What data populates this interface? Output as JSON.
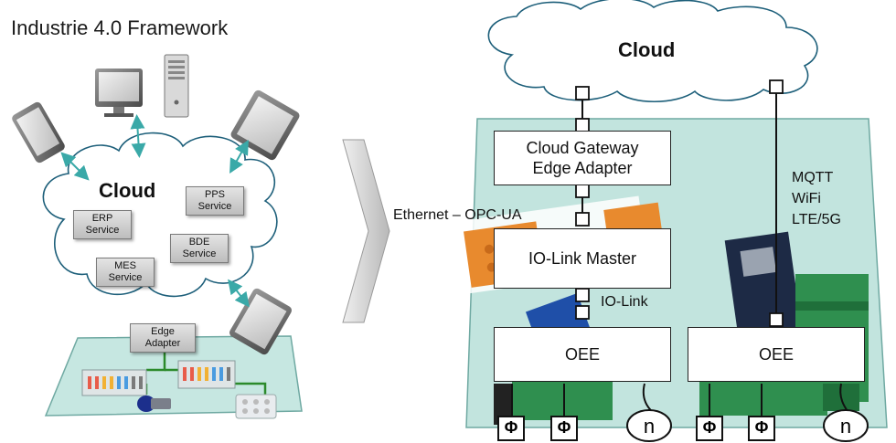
{
  "title": "Industrie 4.0 Framework",
  "left_diagram": {
    "cloud_label": "Cloud",
    "services": [
      {
        "line1": "PPS",
        "line2": "Service"
      },
      {
        "line1": "ERP",
        "line2": "Service"
      },
      {
        "line1": "BDE",
        "line2": "Service"
      },
      {
        "line1": "MES",
        "line2": "Service"
      }
    ],
    "edge_adapter": {
      "line1": "Edge",
      "line2": "Adapter"
    }
  },
  "right_diagram": {
    "cloud_label": "Cloud",
    "gateway": {
      "line1": "Cloud Gateway",
      "line2": "Edge Adapter"
    },
    "ethernet_label": "Ethernet – OPC-UA",
    "iolink_master": "IO-Link Master",
    "iolink_label": "IO-Link",
    "mqtt_lines": [
      "MQTT",
      "WiFi",
      "LTE/5G"
    ],
    "oee_left": "OEE",
    "oee_right": "OEE",
    "sensor_symbol": "Φ",
    "counter_symbol": "n"
  },
  "colors": {
    "platform_fill": "#bfe3dd",
    "platform_stroke": "#6fa9a2",
    "arrow_teal": "#3aa9a8",
    "green_wire": "#2b8a2b"
  }
}
